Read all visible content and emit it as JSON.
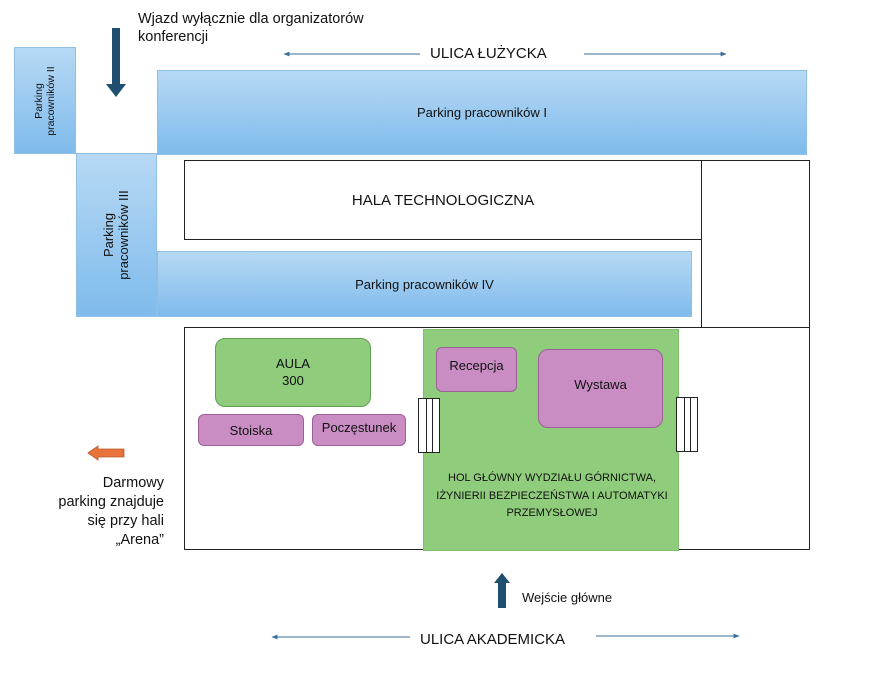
{
  "streets": {
    "top": "ULICA ŁUŻYCKA",
    "bottom": "ULICA AKADEMICKA"
  },
  "entrance_note": "Wjazd wyłącznie dla organizatorów konferencji",
  "main_entrance": "Wejście główne",
  "parking": {
    "p1": "Parking pracowników I",
    "p2": "Parking pracowników II",
    "p3": "Parking pracowników III",
    "p4": "Parking pracowników IV"
  },
  "hall": "HALA TECHNOLOGICZNA",
  "main_hall": "HOL GŁÓWNY WYDZIAŁU GÓRNICTWA, IŻYNIERII BEZPIECZEŃSTWA I AUTOMATYKI PRZEMYSŁOWEJ",
  "rooms": {
    "aula": "AULA 300",
    "stoiska": "Stoiska",
    "poczestunek": "Poczęstunek",
    "recepcja": "Recepcja",
    "wystawa": "Wystawa"
  },
  "free_parking": "Darmowy parking znajduje się przy hali „Arena”",
  "colors": {
    "parking": "#7fbbec",
    "hall_green": "#8fcc7c",
    "room_pink": "#c98dc4",
    "arrow_dark": "#1f4e6e",
    "arrow_orange": "#e8743b"
  }
}
